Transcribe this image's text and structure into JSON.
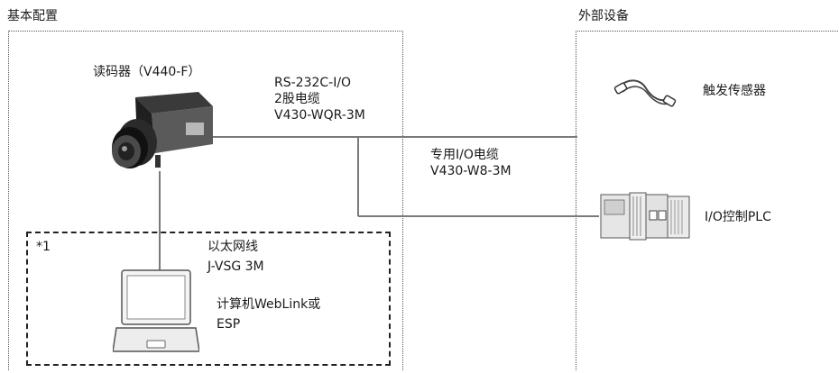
{
  "sections": {
    "basic": "基本配置",
    "external": "外部设备"
  },
  "devices": {
    "reader": "读码器（V440-F）",
    "trigger_sensor": "触发传感器",
    "plc": "I/O控制PLC",
    "computer_line1": "计算机WebLink或",
    "computer_line2": "ESP"
  },
  "cables": {
    "rs232_line1": "RS-232C-I/O",
    "rs232_line2": "2股电缆",
    "rs232_line3": "V430-WQR-3M",
    "io_line1": "专用I/O电缆",
    "io_line2": "V430-W8-3M",
    "eth_line1": "以太网线",
    "eth_line2": "J-VSG 3M"
  },
  "notes": {
    "footnote": "*1"
  },
  "colors": {
    "wire": "#7a7a7a",
    "box_border": "#555555",
    "dashed_border": "#222222"
  }
}
